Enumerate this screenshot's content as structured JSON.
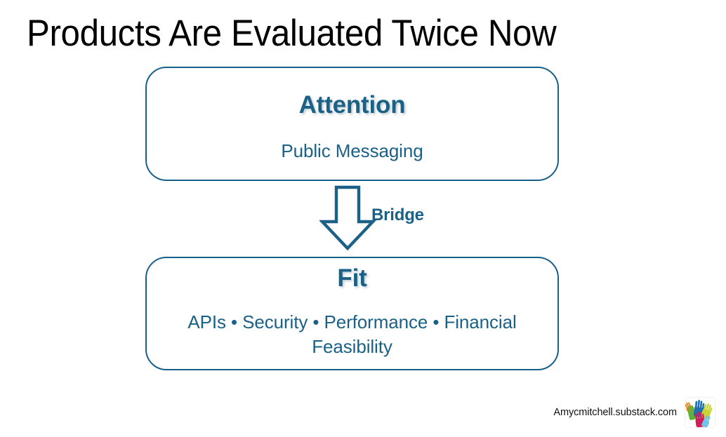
{
  "slide": {
    "title": "Products Are Evaluated Twice Now",
    "background_color": "#ffffff",
    "accent_color": "#1b6187",
    "title_color": "#000000"
  },
  "stages": [
    {
      "id": "attention",
      "heading": "Attention",
      "detail": "Public Messaging"
    },
    {
      "id": "fit",
      "heading": "Fit",
      "detail": "APIs • Security • Performance • Financial Feasibility"
    }
  ],
  "connector": {
    "label": "Bridge",
    "icon": "down-arrow-icon",
    "color": "#1b6187"
  },
  "footer": {
    "url": "Amycmitchell.substack.com",
    "logo_name": "hands-logo",
    "logo_colors": [
      "#1f6fb5",
      "#5cb335",
      "#ef7f1a",
      "#c9d430",
      "#cf1f5a",
      "#6ec5e8"
    ]
  }
}
